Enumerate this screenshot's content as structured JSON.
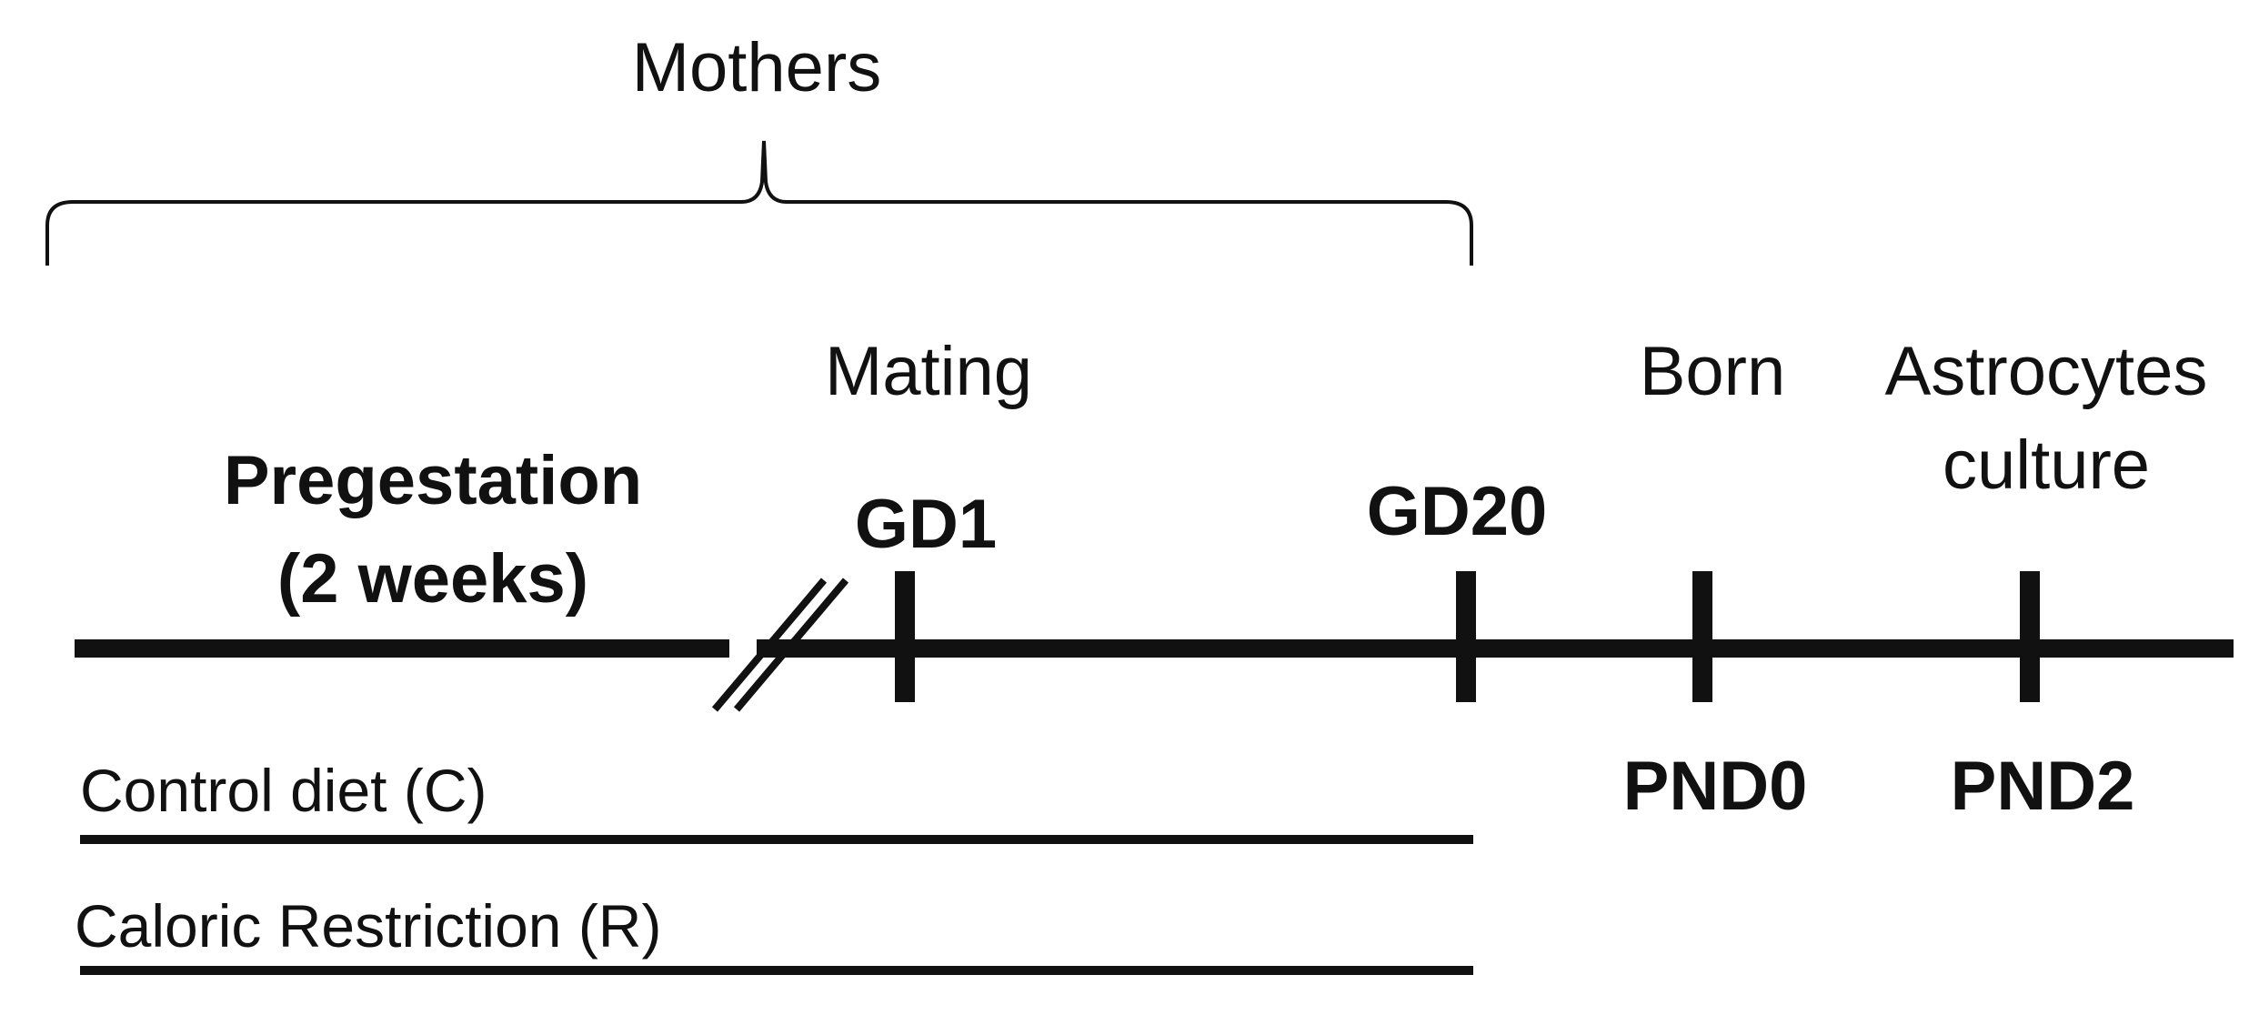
{
  "group_label": "Mothers",
  "period": {
    "line1": "Pregestation",
    "line2": "(2 weeks)"
  },
  "events": {
    "mating": "Mating",
    "born": "Born",
    "culture_line1": "Astrocytes",
    "culture_line2": "culture"
  },
  "ticks": {
    "gd1": "GD1",
    "gd20": "GD20",
    "pnd0": "PND0",
    "pnd2": "PND2"
  },
  "groups": {
    "control": "Control diet (C)",
    "restriction": "Caloric Restriction (R)"
  },
  "colors": {
    "ink": "#111111",
    "background": "#ffffff"
  }
}
